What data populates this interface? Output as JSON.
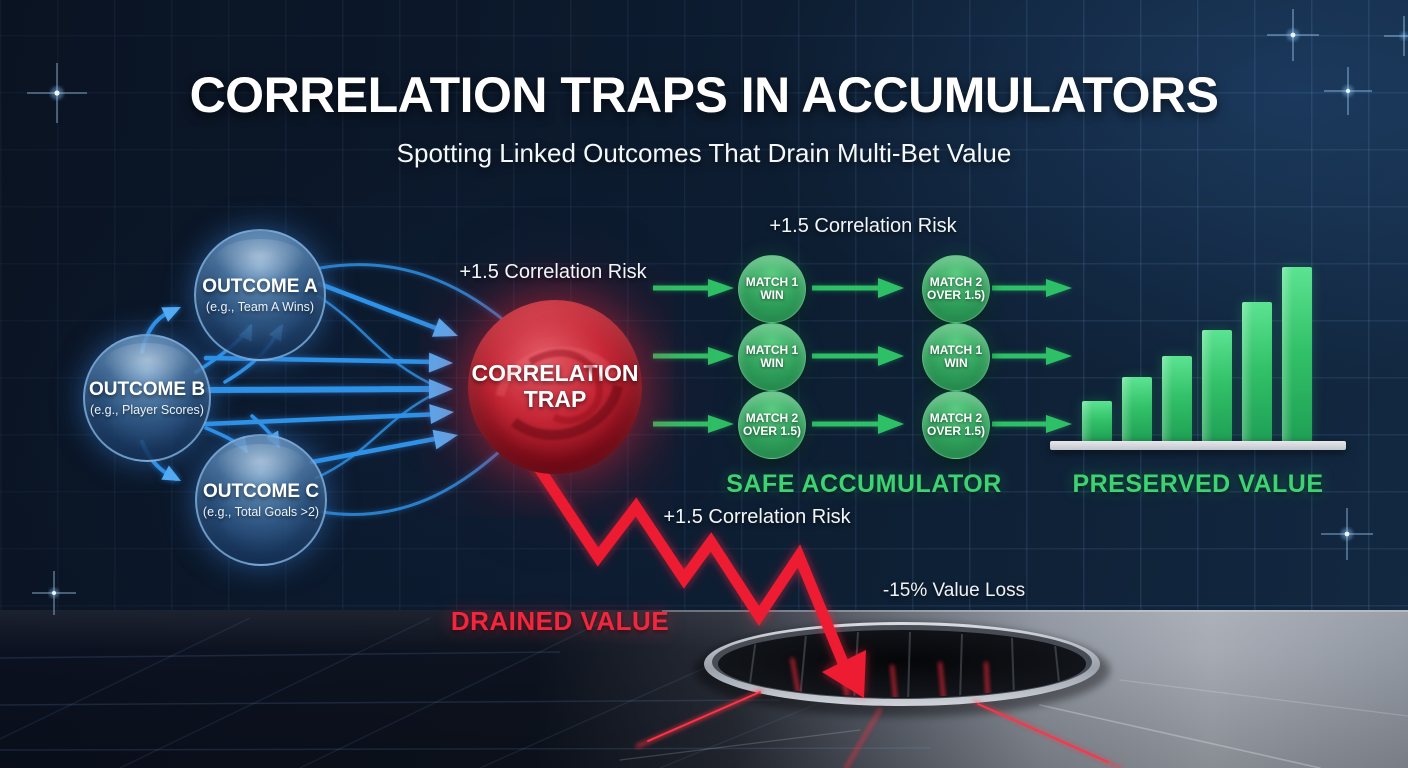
{
  "header": {
    "title": "CORRELATION TRAPS IN ACCUMULATORS",
    "subtitle": "Spotting Linked Outcomes That Drain Multi-Bet Value"
  },
  "outcomes": {
    "a": {
      "label": "OUTCOME A",
      "example": "(e.g., Team A Wins)"
    },
    "b": {
      "label": "OUTCOME B",
      "example": "(e.g., Player Scores)"
    },
    "c": {
      "label": "OUTCOME C",
      "example": "(e.g., Total Goals >2)"
    }
  },
  "trap": {
    "line1": "CORRELATION",
    "line2": "TRAP",
    "risk_label": "+1.5 Correlation Risk"
  },
  "accumulator": {
    "risk_label": "+1.5 Correlation Risk",
    "caption": "SAFE ACCUMULATOR",
    "rows": [
      {
        "step1": {
          "line1": "MATCH 1",
          "line2": "WIN"
        },
        "step2": {
          "line1": "MATCH 2",
          "line2": "OVER 1.5)"
        }
      },
      {
        "step1": {
          "line1": "MATCH 1",
          "line2": "WIN"
        },
        "step2": {
          "line1": "MATCH 1",
          "line2": "WIN"
        }
      },
      {
        "step1": {
          "line1": "MATCH 2",
          "line2": "OVER 1.5)"
        },
        "step2": {
          "line1": "MATCH 2",
          "line2": "OVER 1.5)"
        }
      }
    ]
  },
  "preserved": {
    "caption": "PRESERVED VALUE"
  },
  "chart_data": {
    "type": "bar",
    "title": "PRESERVED VALUE",
    "categories": [
      "",
      "",
      "",
      "",
      "",
      ""
    ],
    "values": [
      23,
      37,
      49,
      64,
      80,
      100
    ],
    "ylim": [
      0,
      100
    ],
    "axis_labels_shown": false
  },
  "drained": {
    "caption": "DRAINED VALUE",
    "risk_label": "+1.5 Correlation Risk",
    "loss_label": "-15% Value Loss"
  },
  "colors": {
    "accent_blue": "#3b9df0",
    "accent_green": "#2ec066",
    "caption_green": "#3ed273",
    "accent_red": "#ed1f33",
    "background_navy": "#0c1a2e",
    "floor_gray": "#9aa0aa",
    "bar_green": "#32c168",
    "base_bar_gray": "#d7dade"
  }
}
